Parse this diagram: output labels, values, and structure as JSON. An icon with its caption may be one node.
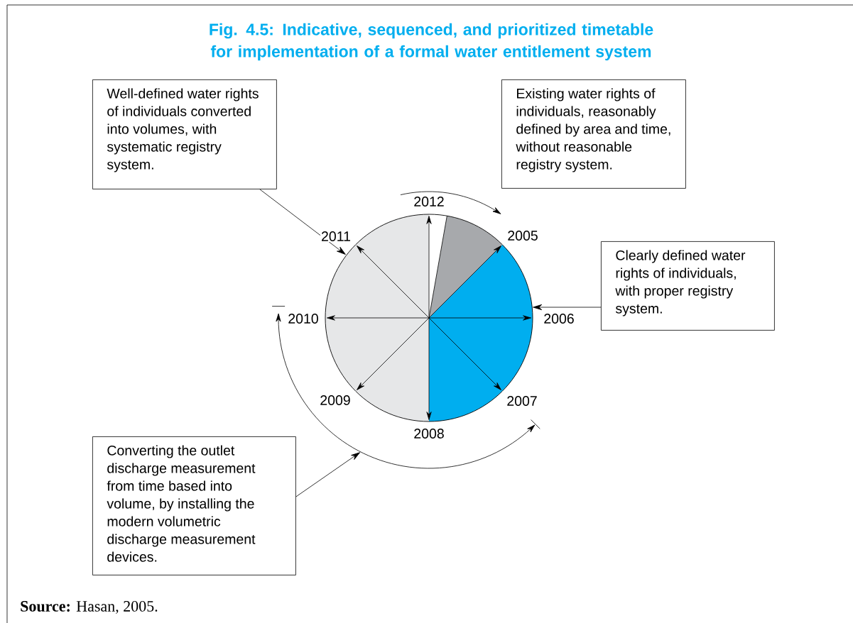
{
  "diagram": {
    "title": "Fig. 4.5: Indicative, sequenced, and prioritized timetable for implementation of a formal water entitlement system",
    "caption": "**Source:** Hasan, 2005.",
    "nodes": [
      {
        "text": [
          "Well-defined water rights of individuals converted into volumes, with systematic registry system."
        ]
      },
      {
        "text": [
          "Existing water rights of individuals, reasonably defined by area and time, without reasonable registry system."
        ]
      },
      {
        "text": [
          "Clearly defined water rights of individuals, with proper registry system."
        ]
      },
      {
        "text": [
          "Converting the outlet discharge measurement from time based into volume, by installing the modern volumetric discharge measurement devices."
        ]
      },
      {
        "text": [],
        "shape": "circle",
        "beside": [
          "2012",
          "2005",
          "2011",
          "2010",
          "2006",
          "2009",
          "2007",
          "2008"
        ]
      }
    ],
    "edges": [
      {
        "from": 0,
        "to": 4,
        "arrow": "to"
      },
      {
        "from": 2,
        "to": 4,
        "arrow": "to"
      },
      {
        "from": 3,
        "to": null,
        "arrow": "to"
      }
    ]
  }
}
